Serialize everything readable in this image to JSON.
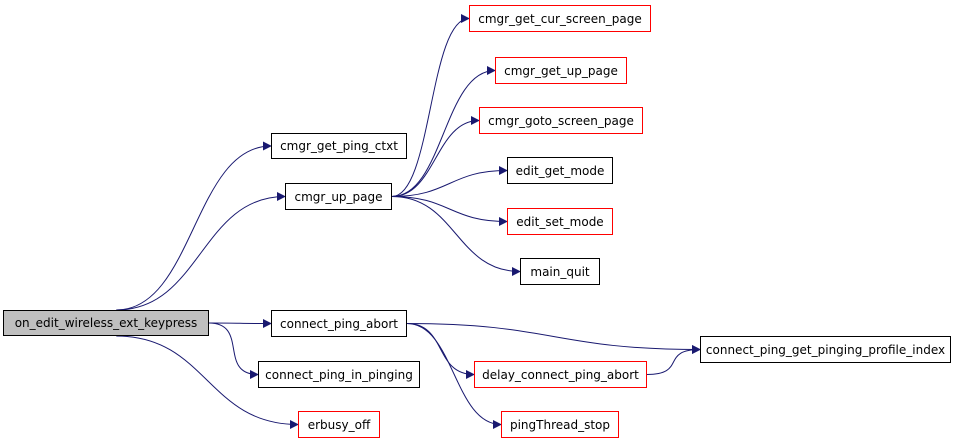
{
  "colors": {
    "edge": "#191970",
    "external_border": "#ff0000",
    "documented_border": "#000000",
    "root_fill": "#bfbfbf"
  },
  "nodes": {
    "root": {
      "label": "on_edit_wireless_ext_keypress",
      "kind": "root"
    },
    "cmgr_get_ping_ctxt": {
      "label": "cmgr_get_ping_ctxt",
      "kind": "documented"
    },
    "cmgr_up_page": {
      "label": "cmgr_up_page",
      "kind": "documented"
    },
    "cmgr_get_cur_screen_page": {
      "label": "cmgr_get_cur_screen_page",
      "kind": "external"
    },
    "cmgr_get_up_page": {
      "label": "cmgr_get_up_page",
      "kind": "external"
    },
    "cmgr_goto_screen_page": {
      "label": "cmgr_goto_screen_page",
      "kind": "external"
    },
    "edit_get_mode": {
      "label": "edit_get_mode",
      "kind": "documented"
    },
    "edit_set_mode": {
      "label": "edit_set_mode",
      "kind": "external"
    },
    "main_quit": {
      "label": "main_quit",
      "kind": "documented"
    },
    "connect_ping_abort": {
      "label": "connect_ping_abort",
      "kind": "documented"
    },
    "connect_ping_in_pinging": {
      "label": "connect_ping_in_pinging",
      "kind": "documented"
    },
    "erbusy_off": {
      "label": "erbusy_off",
      "kind": "external"
    },
    "connect_ping_get_pinging_profile_index": {
      "label": "connect_ping_get_pinging_profile_index",
      "kind": "documented"
    },
    "delay_connect_ping_abort": {
      "label": "delay_connect_ping_abort",
      "kind": "external"
    },
    "pingThread_stop": {
      "label": "pingThread_stop",
      "kind": "external"
    }
  },
  "edges": [
    [
      "root",
      "cmgr_get_ping_ctxt"
    ],
    [
      "root",
      "cmgr_up_page"
    ],
    [
      "root",
      "connect_ping_abort"
    ],
    [
      "root",
      "connect_ping_in_pinging"
    ],
    [
      "root",
      "erbusy_off"
    ],
    [
      "cmgr_up_page",
      "cmgr_get_cur_screen_page"
    ],
    [
      "cmgr_up_page",
      "cmgr_get_up_page"
    ],
    [
      "cmgr_up_page",
      "cmgr_goto_screen_page"
    ],
    [
      "cmgr_up_page",
      "edit_get_mode"
    ],
    [
      "cmgr_up_page",
      "edit_set_mode"
    ],
    [
      "cmgr_up_page",
      "main_quit"
    ],
    [
      "connect_ping_abort",
      "connect_ping_get_pinging_profile_index"
    ],
    [
      "connect_ping_abort",
      "delay_connect_ping_abort"
    ],
    [
      "connect_ping_abort",
      "pingThread_stop"
    ],
    [
      "delay_connect_ping_abort",
      "connect_ping_get_pinging_profile_index"
    ]
  ]
}
